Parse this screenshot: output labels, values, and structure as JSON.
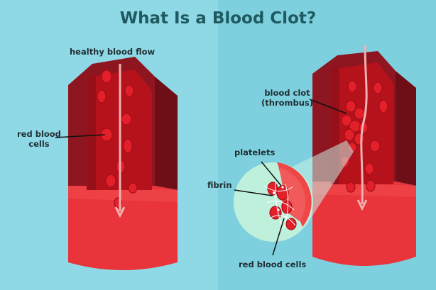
{
  "title": "What Is a Blood Clot?",
  "labels": {
    "healthy_flow": "healthy blood flow",
    "red_blood_cells_left": [
      "red blood",
      "cells"
    ],
    "blood_clot": [
      "blood clot",
      "(thrombus)"
    ],
    "platelets": "platelets",
    "fibrin": "fibrin",
    "red_blood_cells_bottom": "red blood cells"
  },
  "colors": {
    "background_left": "#8fd8e6",
    "background_right": "#7fd0df",
    "title": "#1e5a60",
    "vessel_outer": "#8e1620",
    "vessel_inner": "#c1121c",
    "cell": "#e3202a",
    "magnifier": "#bff0dc"
  }
}
